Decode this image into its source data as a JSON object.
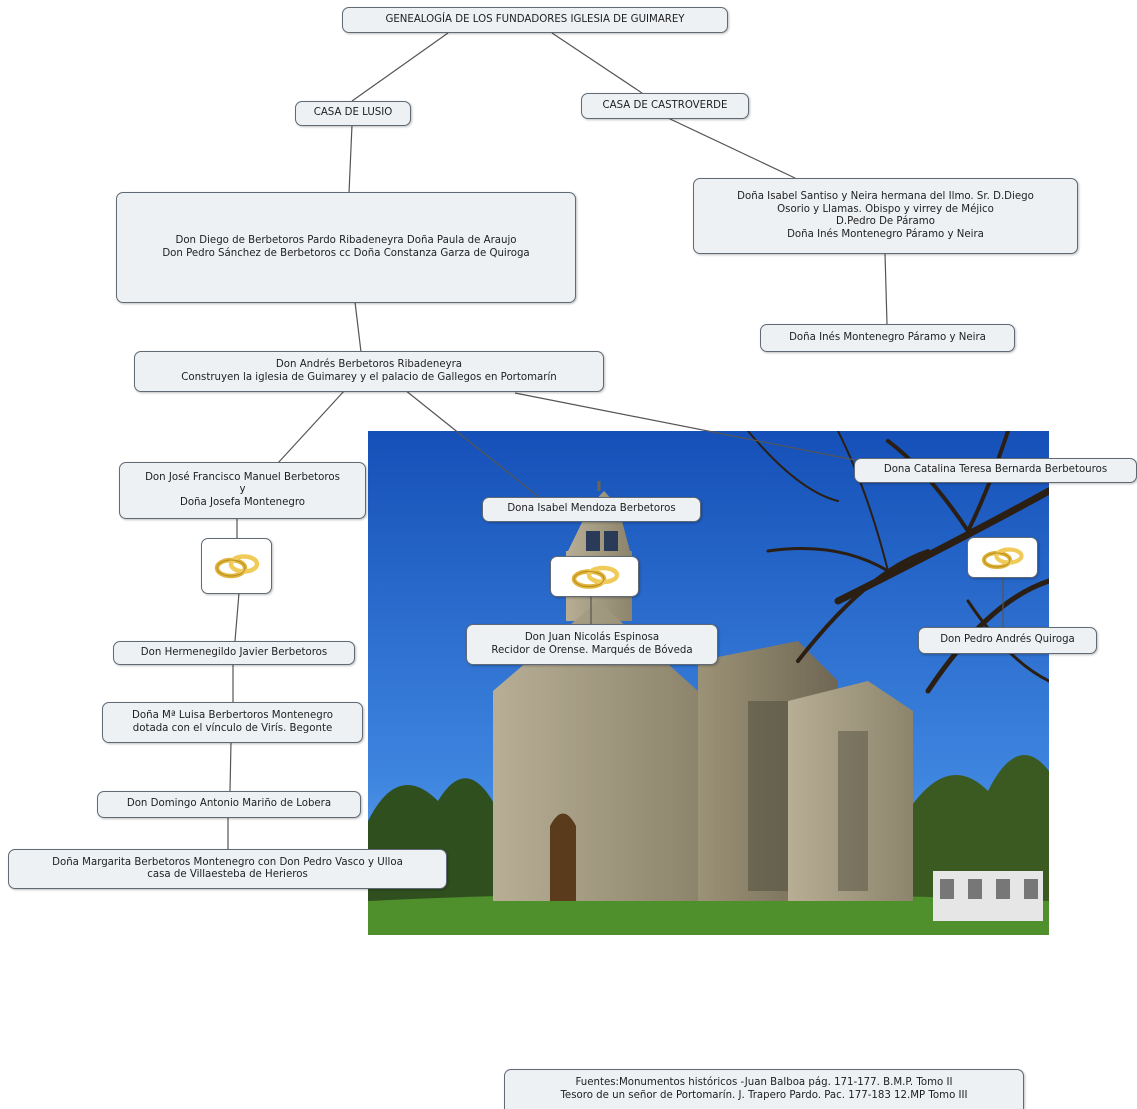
{
  "root": "GENEALOGÍA DE LOS FUNDADORES IGLESIA DE GUIMAREY",
  "houses": {
    "lusio": "CASA DE LUSIO",
    "castroverde": "CASA DE CASTROVERDE"
  },
  "lusio_block": {
    "line1": "Don Diego de Berbetoros Pardo Ribadeneyra Doña Paula de Araujo",
    "line2": "Don Pedro Sánchez de Berbetoros cc Doña Constanza Garza de Quiroga"
  },
  "castroverde_block": {
    "line1": "Doña Isabel Santiso y Neira hermana del Ilmo. Sr. D.Diego",
    "line2": "Osorio y Llamas. Obispo y virrey de Méjico",
    "line3": "D.Pedro De Páramo",
    "line4": "Doña Inés Montenegro Páramo y Neira"
  },
  "ines": "Doña Inés Montenegro Páramo y Neira",
  "andres": {
    "line1": "Don Andrés Berbetoros Ribadeneyra",
    "line2": "Construyen la iglesia de Guimarey y el palacio de Gallegos en Portomarín"
  },
  "jose": {
    "line1": "Don José Francisco Manuel Berbetoros",
    "line2": "y",
    "line3": "Doña Josefa Montenegro"
  },
  "isabel_mendoza": "Dona Isabel Mendoza Berbetoros",
  "catalina": "Dona Catalina Teresa Bernarda Berbetouros",
  "juan_nicolas": {
    "line1": "Don Juan Nicolás Espinosa",
    "line2": "Recidor de Orense. Marqués de Bóveda"
  },
  "pedro_andres": "Don Pedro Andrés Quiroga",
  "hermenegildo": "Don Hermenegildo Javier Berbetoros",
  "luisa": {
    "line1": "Doña Mª Luisa Berbertoros Montenegro",
    "line2": "dotada con el vínculo de Virís. Begonte"
  },
  "domingo": "Don Domingo Antonio Mariño de Lobera",
  "margarita": {
    "line1": "Doña Margarita Berbetoros Montenegro con Don Pedro Vasco y Ulloa",
    "line2": "casa de Villaesteba de  Herieros"
  },
  "sources": {
    "line1": "Fuentes:Monumentos históricos -Juan Balboa pág. 171-177. B.M.P. Tomo II",
    "line2": "Tesoro de un señor de Portomarín. J. Trapero Pardo. Pac. 177-183 12.MP Tomo III"
  },
  "icons": [
    "wedding-rings-icon",
    "church-photo"
  ],
  "colors": {
    "node_fill": "#eef1f4",
    "node_border": "#5f6a74",
    "link": "#555555",
    "sky": "#1f62c8",
    "ring_gold": "#e0b53a"
  }
}
